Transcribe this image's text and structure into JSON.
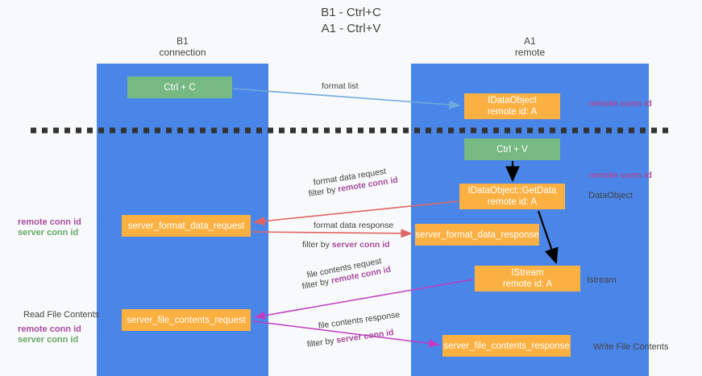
{
  "title": "B1 - Ctrl+C\nA1 - Ctrl+V",
  "title_line1": "B1 - Ctrl+C",
  "title_line2": "A1 - Ctrl+V",
  "lanes": [
    {
      "id": "b1",
      "line1": "B1",
      "line2": "connection",
      "color": "#4a86e8"
    },
    {
      "id": "a1",
      "line1": "A1",
      "line2": "remote",
      "color": "#4a86e8"
    }
  ],
  "nodes": [
    {
      "id": "ctrl-c",
      "label": "Ctrl + C",
      "sub": "",
      "color": "#76b982",
      "lane": "b1"
    },
    {
      "id": "idataobject",
      "label": "IDataObject",
      "sub": "remote id: A",
      "color": "#fbb042",
      "lane": "a1"
    },
    {
      "id": "ctrl-v",
      "label": "Ctrl + V",
      "sub": "",
      "color": "#76b982",
      "lane": "a1"
    },
    {
      "id": "idataobject-getdata",
      "label": "IDataObject::GetData",
      "sub": "remote id: A",
      "color": "#fbb042",
      "lane": "a1"
    },
    {
      "id": "server-format-data-request",
      "label": "server_format_data_request",
      "sub": "",
      "color": "#fbb042",
      "lane": "b1"
    },
    {
      "id": "server-format-data-response",
      "label": "server_format_data_response",
      "sub": "",
      "color": "#fbb042",
      "lane": "a1"
    },
    {
      "id": "istream",
      "label": "IStream",
      "sub": "remote id: A",
      "color": "#fbb042",
      "lane": "a1"
    },
    {
      "id": "server-file-contents-request",
      "label": "server_file_contents_request",
      "sub": "",
      "color": "#fbb042",
      "lane": "b1"
    },
    {
      "id": "server-file-contents-response",
      "label": "server_file_contents_response",
      "sub": "",
      "color": "#fbb042",
      "lane": "a1"
    }
  ],
  "edges": [
    {
      "id": "format-list",
      "line1": "format list",
      "line2_prefix": "",
      "line2_highlight": "",
      "color": "#6fa8dc"
    },
    {
      "id": "format-data-request",
      "line1": "format data request",
      "line2_prefix": "filter by ",
      "line2_highlight": "remote conn id",
      "color": "#e06666"
    },
    {
      "id": "format-data-response",
      "line1": "format data response",
      "line2_prefix": "filter by ",
      "line2_highlight": "server conn id",
      "color": "#e06666"
    },
    {
      "id": "file-contents-request",
      "line1": "file contents request",
      "line2_prefix": "filter by ",
      "line2_highlight": "remote conn id",
      "color": "#c13bc1"
    },
    {
      "id": "file-contents-response",
      "line1": "file contents response",
      "line2_prefix": "filter by ",
      "line2_highlight": "server conn id",
      "color": "#c13bc1"
    }
  ],
  "annotations": {
    "right": [
      {
        "id": "remote-conn-id-top",
        "text": "remote conn id",
        "color": "#a64d9e"
      },
      {
        "id": "remote-conn-id-mid",
        "text": "remote conn id",
        "color": "#a64d9e"
      },
      {
        "id": "dataobject",
        "text": "DataObject",
        "color": "#434343"
      },
      {
        "id": "istream",
        "text": "Istream",
        "color": "#434343"
      },
      {
        "id": "write-file-contents",
        "text": "Write File Contents",
        "color": "#434343"
      }
    ],
    "left": [
      {
        "id": "remote-conn-id-1",
        "text": "remote conn id",
        "color": "#a64d9e"
      },
      {
        "id": "server-conn-id-1",
        "text": "server conn id",
        "color": "#69a868"
      },
      {
        "id": "read-file-contents",
        "text": "Read File Contents",
        "color": "#434343"
      },
      {
        "id": "remote-conn-id-2",
        "text": "remote conn id",
        "color": "#a64d9e"
      },
      {
        "id": "server-conn-id-2",
        "text": "server conn id",
        "color": "#69a868"
      }
    ]
  },
  "divider": {
    "id": "phase-divider",
    "style": "dashed",
    "color": "#333333"
  },
  "colors": {
    "lane": "#4a86e8",
    "green_node": "#76b982",
    "orange_node": "#fbb042",
    "purple_text": "#a64d9e",
    "green_text": "#69a868",
    "red_arrow": "#e06666",
    "blue_arrow": "#6fa8dc",
    "magenta_arrow": "#c13bc1",
    "black_arrow": "#000000",
    "background": "#f8f9fa",
    "text": "#434343"
  }
}
